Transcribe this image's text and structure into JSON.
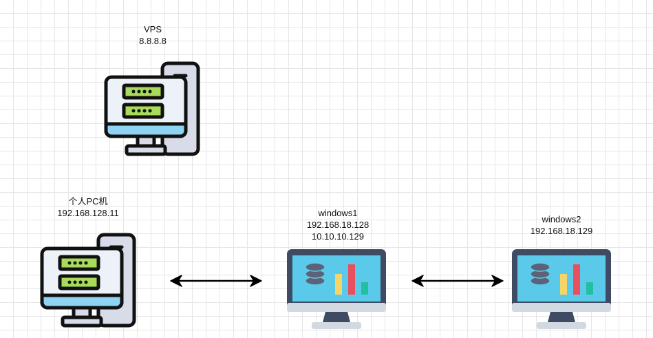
{
  "nodes": {
    "vps": {
      "name": "VPS",
      "ip": "8.8.8.8",
      "icon": "server-desktop-icon"
    },
    "pc": {
      "name": "个人PC机",
      "ip": "192.168.128.11",
      "icon": "server-desktop-icon"
    },
    "windows1": {
      "name": "windows1",
      "ip1": "192.168.18.128",
      "ip2": "10.10.10.129",
      "icon": "monitor-dashboard-icon"
    },
    "windows2": {
      "name": "windows2",
      "ip": "192.168.18.129",
      "icon": "monitor-dashboard-icon"
    }
  },
  "connections": [
    {
      "from": "个人PC机",
      "to": "windows1",
      "direction": "bidirectional"
    },
    {
      "from": "windows1",
      "to": "windows2",
      "direction": "bidirectional"
    }
  ],
  "colors": {
    "outline": "#111111",
    "screen": "#edf1f8",
    "screen_bar": "#8ed3f2",
    "server_led": "#a8db5a",
    "tower": "#d8dce8",
    "monitor_frame": "#3f4a63",
    "monitor_screen": "#5bc9ea",
    "db": "#5c6277",
    "bar_yellow": "#f5d468",
    "bar_red": "#e9505e",
    "bar_green": "#22c0a0",
    "stand": "#d3d9e1"
  }
}
